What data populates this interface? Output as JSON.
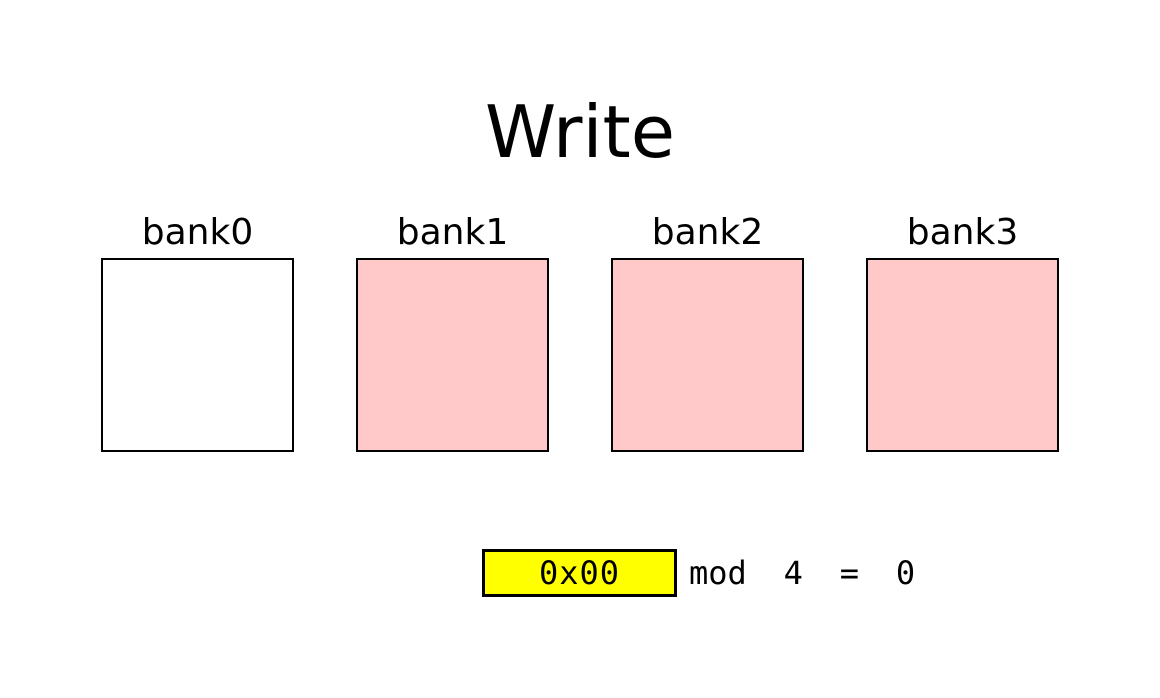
{
  "title": "Write",
  "banks": [
    {
      "label": "bank0",
      "fill": "#ffffff"
    },
    {
      "label": "bank1",
      "fill": "#ffc9c9"
    },
    {
      "label": "bank2",
      "fill": "#ffc9c9"
    },
    {
      "label": "bank3",
      "fill": "#ffc9c9"
    }
  ],
  "address_box": {
    "value": "0x00",
    "fill": "#ffff00",
    "border": "#000000"
  },
  "equation": {
    "text": "mod 4 = 0"
  },
  "colors": {
    "background": "#ffffff",
    "stroke": "#000000",
    "text": "#000000",
    "bank_empty": "#ffffff",
    "bank_highlight": "#ffc9c9",
    "address_highlight": "#ffff00"
  }
}
